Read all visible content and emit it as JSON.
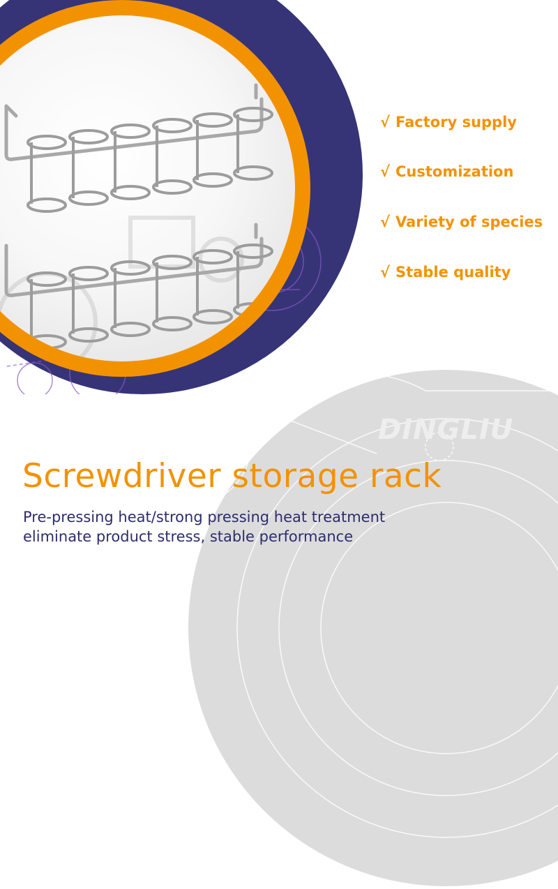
{
  "features": [
    {
      "check": "√",
      "label": "Factory supply"
    },
    {
      "check": "√",
      "label": "Customization"
    },
    {
      "check": "√",
      "label": "Variety of species"
    },
    {
      "check": "√",
      "label": "Stable quality"
    }
  ],
  "brand": "DINGLIU",
  "product": {
    "title": "Screwdriver storage rack",
    "subtitle_lines": [
      "Pre-pressing heat/strong pressing heat treatment",
      "eliminate product stress, stable performance"
    ],
    "image_alt": "screwdriver-rack-product-photo"
  },
  "colors": {
    "accent_orange": "#f39200",
    "deep_purple": "#363477",
    "light_gray": "#dcdcdc",
    "subtitle_navy": "#2e2c6e"
  }
}
